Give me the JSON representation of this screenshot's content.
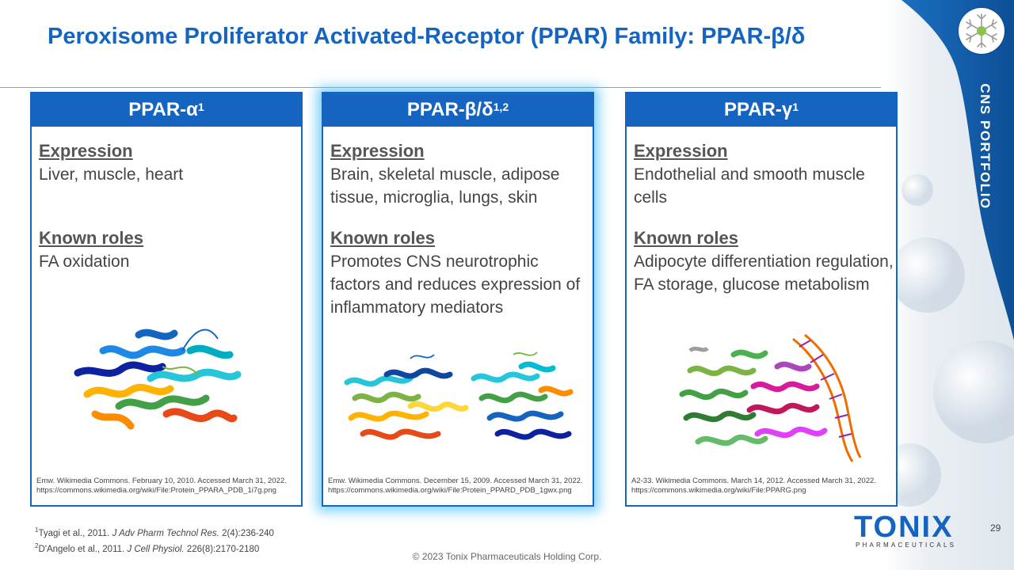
{
  "title": "Peroxisome Proliferator Activated-Receptor (PPAR) Family: PPAR-β/δ",
  "side_label": "CNS PORTFOLIO",
  "cards": [
    {
      "name": "PPAR-α",
      "sup": "1",
      "expression_label": "Expression",
      "expression": "Liver, muscle, heart",
      "roles_label": "Known roles",
      "roles": "FA oxidation",
      "credit_line1": "Emw. Wikimedia Commons. February 10, 2010. Accessed March 31, 2022.",
      "credit_line2": "https://commons.wikimedia.org/wiki/File:Protein_PPARA_PDB_1i7g.png"
    },
    {
      "name": "PPAR-β/δ",
      "sup": "1,2",
      "expression_label": "Expression",
      "expression": "Brain, skeletal muscle, adipose tissue, microglia, lungs, skin",
      "roles_label": "Known roles",
      "roles": "Promotes CNS neurotrophic factors and reduces expression of inflammatory mediators",
      "credit_line1": "Emw. Wikimedia Commons. December 15, 2009. Accessed March 31, 2022.",
      "credit_line2": "https://commons.wikimedia.org/wiki/File:Protein_PPARD_PDB_1gwx.png"
    },
    {
      "name": "PPAR-γ",
      "sup": "1",
      "expression_label": "Expression",
      "expression": "Endothelial and smooth muscle cells",
      "roles_label": "Known roles",
      "roles": "Adipocyte differentiation regulation, FA storage, glucose metabolism",
      "credit_line1": "A2-33. Wikimedia Commons. March 14, 2012. Accessed March 31, 2022.",
      "credit_line2": "https://commons.wikimedia.org/wiki/File:PPARG.png"
    }
  ],
  "footnotes": {
    "f1_mark": "1",
    "f1_text": "Tyagi et al., 2011. ",
    "f1_journal": "J Adv Pharm Technol Res.",
    "f1_ref": " 2(4):236-240",
    "f2_mark": "2",
    "f2_text": "D'Angelo et al., 2011. ",
    "f2_journal": "J Cell Physiol.",
    "f2_ref": " 226(8):2170-2180"
  },
  "copyright": "© 2023 Tonix Pharmaceuticals Holding Corp.",
  "page_number": "29",
  "logo": {
    "word": "TONIX",
    "sub": "PHARMACEUTICALS"
  },
  "colors": {
    "brand_blue": "#1565c0",
    "glow": "#4fc3f7"
  }
}
